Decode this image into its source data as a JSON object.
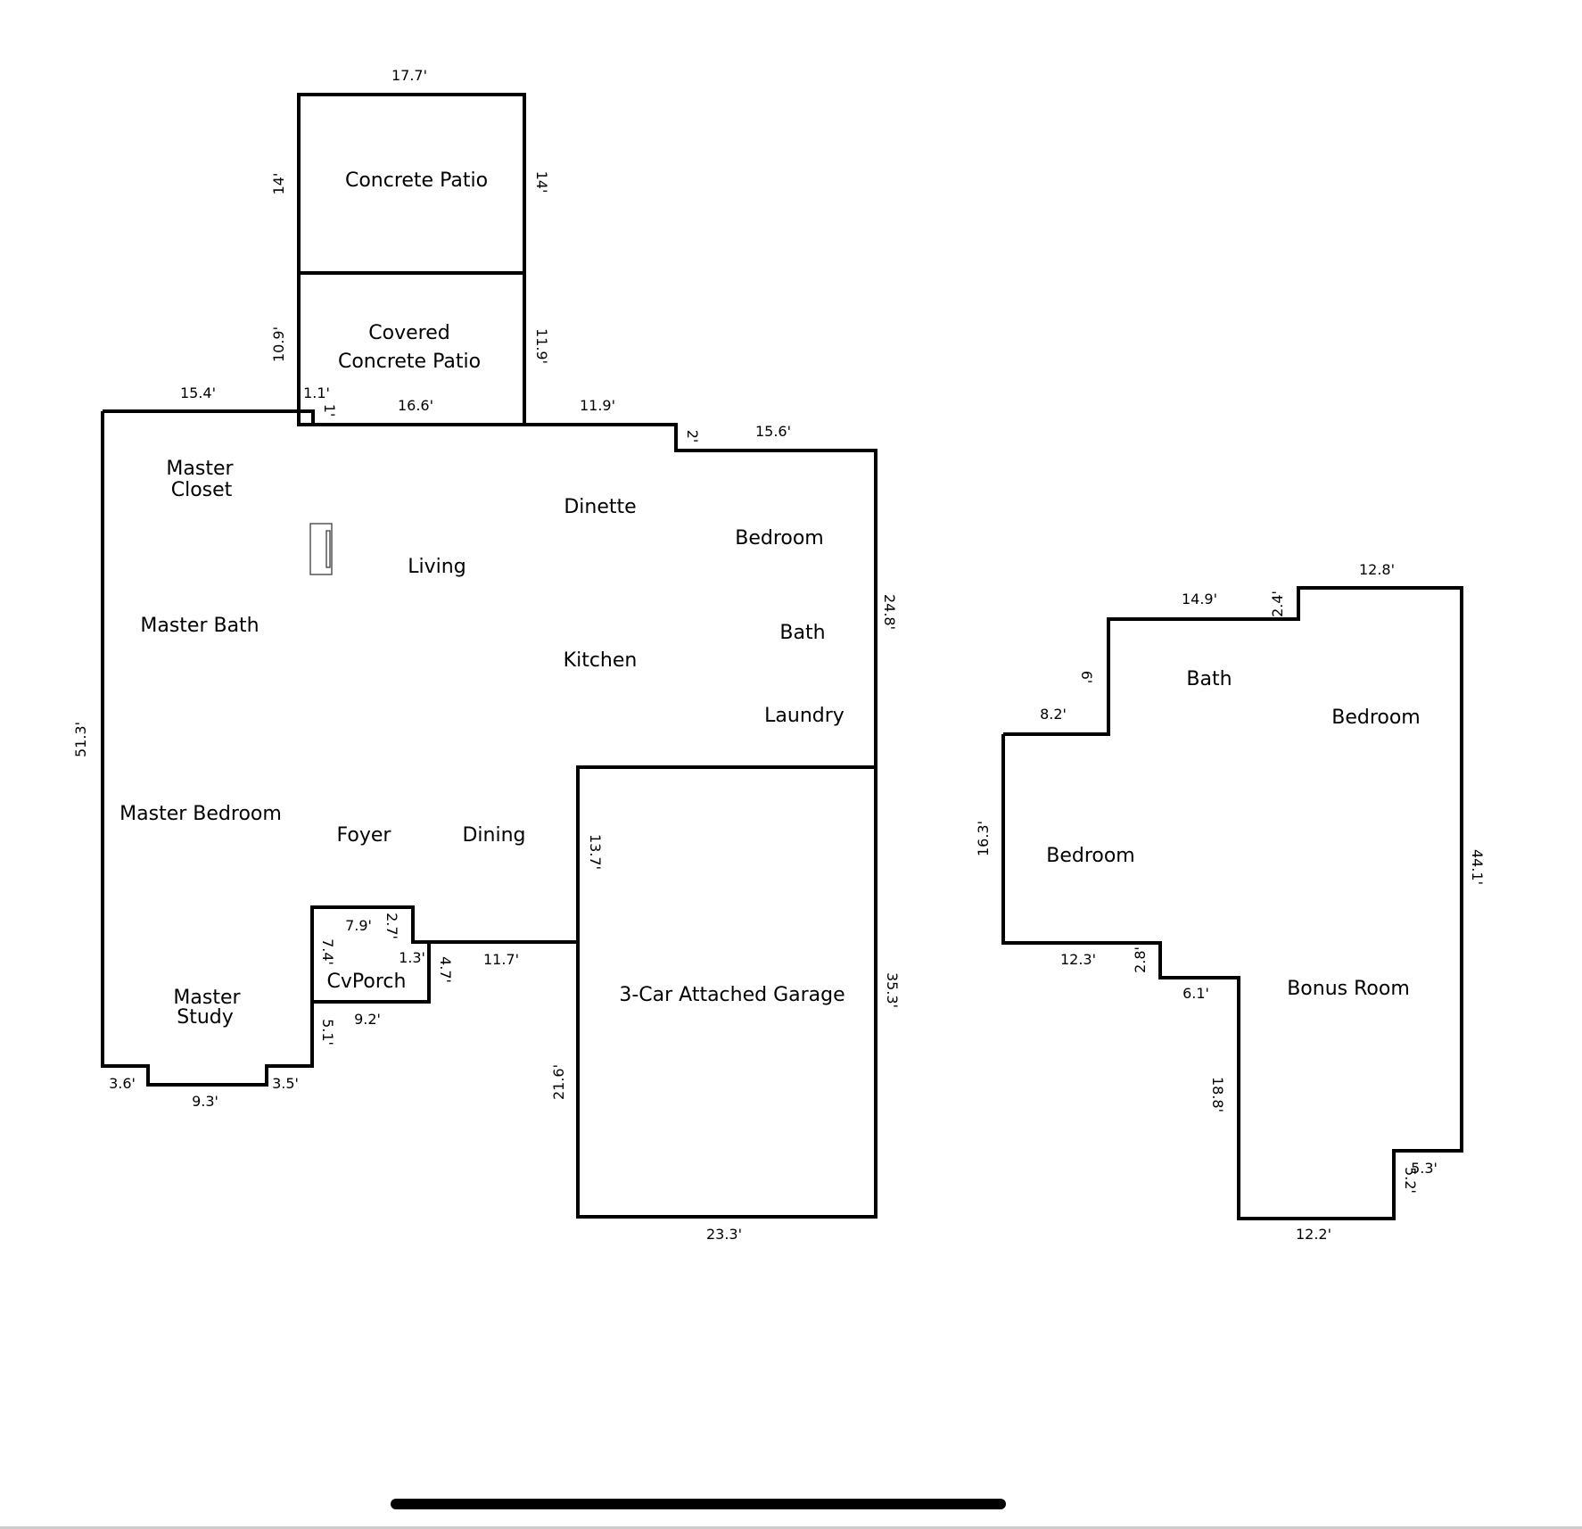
{
  "colors": {
    "wall": "#000000",
    "background": "#ffffff",
    "fixture": "#555555"
  },
  "rooms": {
    "concrete_patio": "Concrete Patio",
    "covered_patio_1": "Covered",
    "covered_patio_2": "Concrete Patio",
    "master_closet_1": "Master",
    "master_closet_2": "Closet",
    "dinette": "Dinette",
    "bedroom_main": "Bedroom",
    "living": "Living",
    "master_bath": "Master Bath",
    "bath_main": "Bath",
    "kitchen": "Kitchen",
    "laundry": "Laundry",
    "master_bedroom": "Master Bedroom",
    "foyer": "Foyer",
    "dining": "Dining",
    "cvporch": "CvPorch",
    "master_study_1": "Master",
    "master_study_2": "Study",
    "garage": "3-Car Attached Garage",
    "bath_upper": "Bath",
    "bedroom_upper_right": "Bedroom",
    "bedroom_upper_left": "Bedroom",
    "bonus_room": "Bonus Room"
  },
  "dimensions": {
    "patio_top": "17.7'",
    "patio_left": "14'",
    "patio_right": "14'",
    "covered_left": "10.9'",
    "covered_right": "11.9'",
    "top_left": "15.4'",
    "small_1_1": "1.1'",
    "small_1": "1'",
    "covered_bottom": "16.6'",
    "top_mid": "11.9'",
    "step_2": "2'",
    "top_right": "15.6'",
    "right_upper": "24.8'",
    "left_side": "51.3'",
    "garage_left_upper": "13.7'",
    "porch_top": "7.9'",
    "porch_notch_v": "2.7'",
    "porch_left": "7.4'",
    "porch_notch_h": "1.3'",
    "porch_right": "4.7'",
    "porch_to_garage": "11.7'",
    "porch_bottom": "9.2'",
    "study_right": "5.1'",
    "study_step_left": "3.6'",
    "study_bottom": "9.3'",
    "study_step_right": "3.5'",
    "garage_right": "35.3'",
    "garage_left_lower": "21.6'",
    "garage_bottom": "23.3'",
    "up_top_right": "12.8'",
    "up_top_mid": "14.9'",
    "up_step_v": "2.4'",
    "up_step_left_v": "6'",
    "up_step_left_h": "8.2'",
    "up_left": "16.3'",
    "up_right": "44.1'",
    "up_bottom_left": "12.3'",
    "up_step_b_v": "2.8'",
    "up_step_b_h": "6.1'",
    "up_lower_left": "18.8'",
    "up_notch_h": "5.3'",
    "up_notch_v": "5.2'",
    "up_bottom": "12.2'"
  }
}
